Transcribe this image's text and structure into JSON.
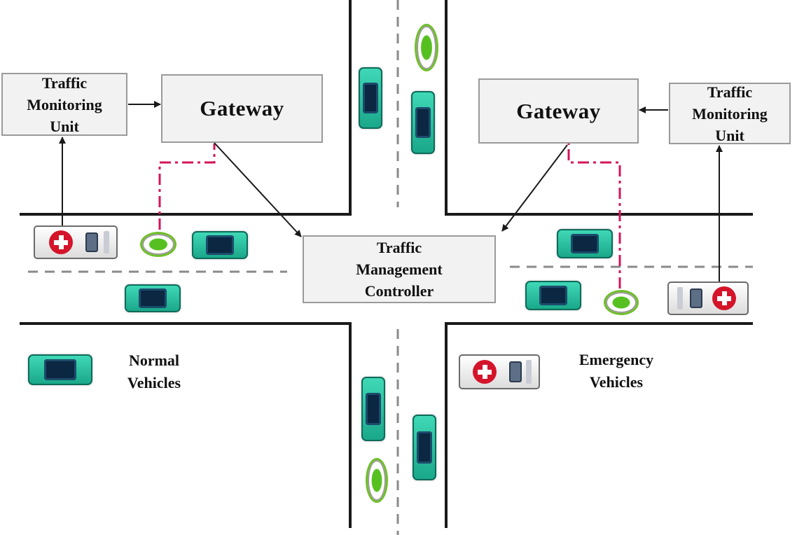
{
  "diagram": {
    "left_monitor_label": "Traffic\nMonitoring\nUnit",
    "left_gateway_label": "Gateway",
    "right_gateway_label": "Gateway",
    "right_monitor_label": "Traffic\nMonitoring\nUnit",
    "controller_label": "Traffic\nManagement\nController",
    "legend": {
      "normal_label": "Normal\nVehicles",
      "emergency_label": "Emergency\nVehicles"
    }
  },
  "colors": {
    "road_edge": "#1a1a1a",
    "lane_divider": "#8a8a8a",
    "wireless_link": "#d4145a",
    "arrow": "#1a1a1a",
    "normal_vehicle": "#2ec4a4",
    "emergency_cross": "#d4142a",
    "motorbike": "#56c020"
  },
  "icons": {
    "normal_vehicle": "car-icon",
    "emergency_vehicle": "ambulance-icon",
    "two_wheeler": "motorbike-icon"
  }
}
